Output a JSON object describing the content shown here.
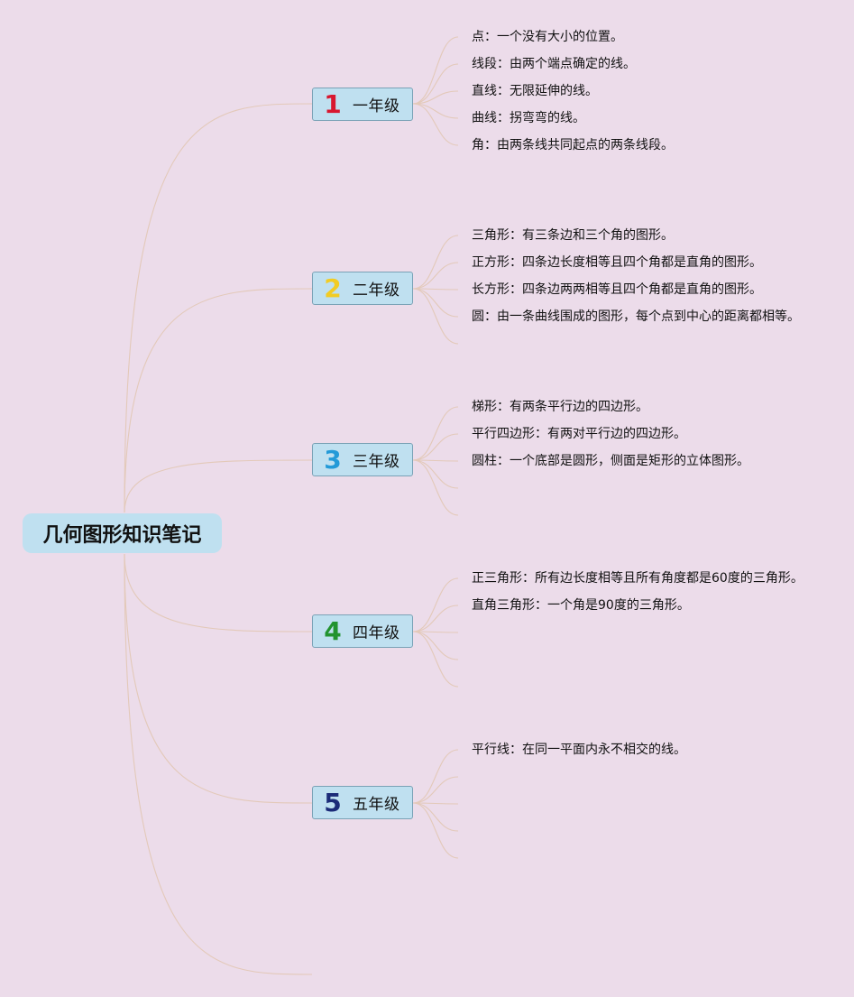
{
  "colors": {
    "background": "#ecdcea",
    "box_fill": "#bfe0f0",
    "box_border": "#7aa2b6",
    "connector": "#e3c9b9"
  },
  "root": {
    "title": "几何图形知识笔记"
  },
  "grades": [
    {
      "number": "1",
      "label": "一年级",
      "number_color": "#d8172f",
      "topics": [
        "点：一个没有大小的位置。",
        "线段：由两个端点确定的线。",
        "直线：无限延伸的线。",
        "曲线：拐弯弯的线。",
        "角：由两条线共同起点的两条线段。"
      ]
    },
    {
      "number": "2",
      "label": "二年级",
      "number_color": "#f2cc24",
      "topics": [
        "三角形：有三条边和三个角的图形。",
        "正方形：四条边长度相等且四个角都是直角的图形。",
        "长方形：四条边两两相等且四个角都是直角的图形。",
        "圆：由一条曲线围成的图形，每个点到中心的距离都相等。"
      ]
    },
    {
      "number": "3",
      "label": "三年级",
      "number_color": "#239ad8",
      "topics": [
        "梯形：有两条平行边的四边形。",
        "平行四边形：有两对平行边的四边形。",
        "圆柱：一个底部是圆形，侧面是矩形的立体图形。"
      ]
    },
    {
      "number": "4",
      "label": "四年级",
      "number_color": "#22932f",
      "topics": [
        "正三角形：所有边长度相等且所有角度都是60度的三角形。",
        "直角三角形：一个角是90度的三角形。"
      ]
    },
    {
      "number": "5",
      "label": "五年级",
      "number_color": "#1c2b78",
      "topics": [
        "平行线：在同一平面内永不相交的线。"
      ]
    }
  ]
}
